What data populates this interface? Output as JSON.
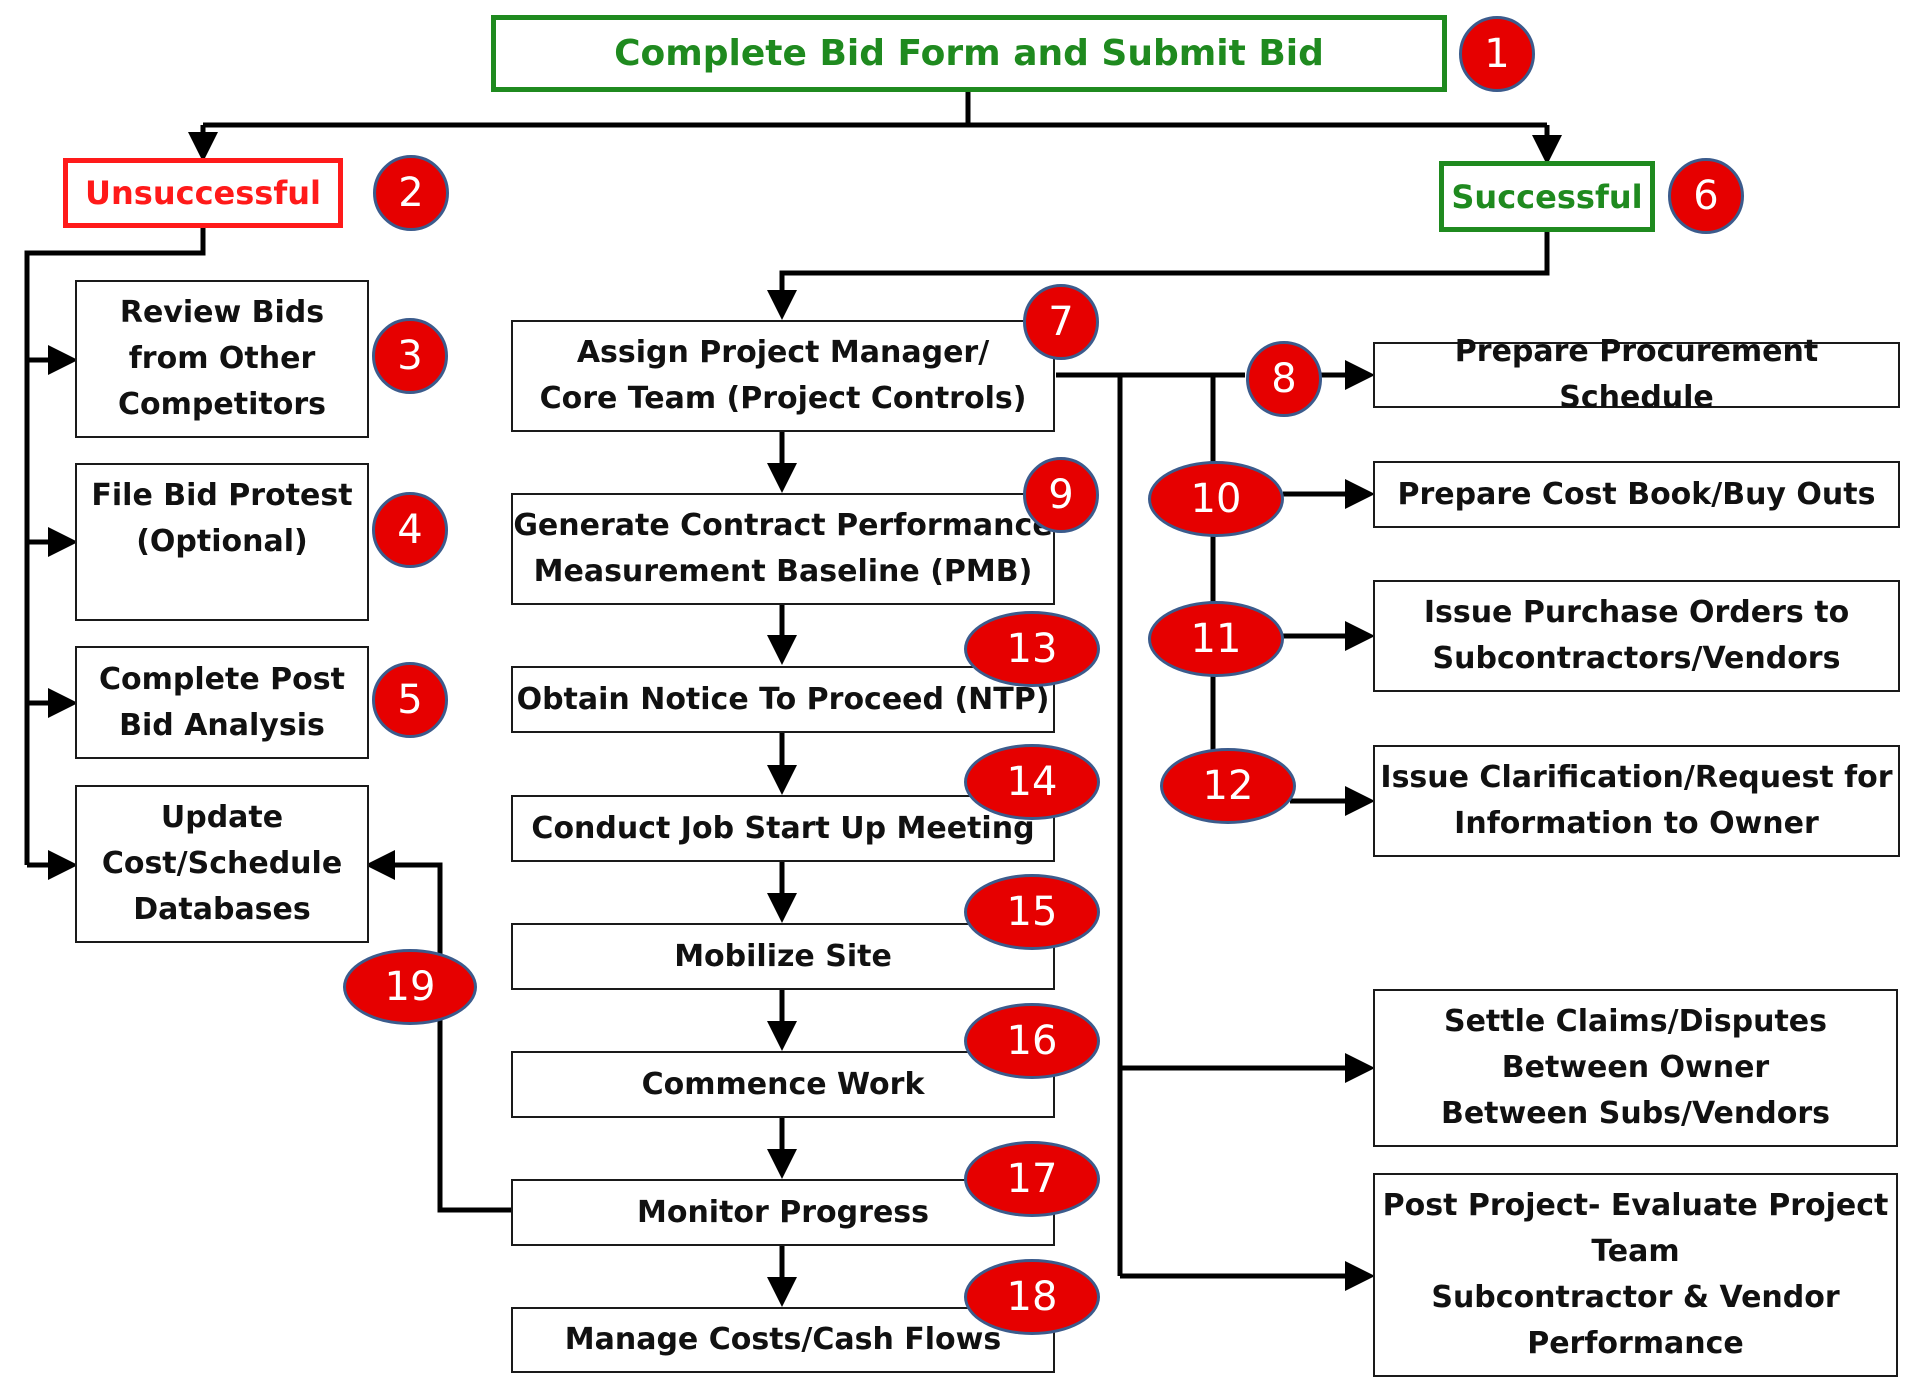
{
  "title": "Complete Bid Form and Submit Bid",
  "outcomes": {
    "unsuccessful": "Unsuccessful",
    "successful": "Successful"
  },
  "left_steps": {
    "review_bids": "Review Bids\nfrom Other\nCompetitors",
    "file_protest": "File Bid Protest\n(Optional)",
    "post_bid_analysis": "Complete Post\nBid Analysis",
    "update_databases": "Update\nCost/Schedule\nDatabases"
  },
  "center_steps": {
    "assign_pm": "Assign Project Manager/\nCore Team (Project Controls)",
    "generate_pmb": "Generate Contract Performance\nMeasurement Baseline (PMB)",
    "obtain_ntp": "Obtain Notice To Proceed (NTP)",
    "job_startup": "Conduct Job Start Up Meeting",
    "mobilize": "Mobilize Site",
    "commence": "Commence Work",
    "monitor": "Monitor Progress",
    "manage_costs": "Manage Costs/Cash Flows"
  },
  "right_steps": {
    "procurement": "Prepare Procurement Schedule",
    "cost_book": "Prepare Cost Book/Buy Outs",
    "purchase_orders": "Issue Purchase Orders to\nSubcontractors/Vendors",
    "clarification": "Issue Clarification/Request for\nInformation to Owner",
    "settle_claims": "Settle Claims/Disputes\nBetween Owner\nBetween Subs/Vendors",
    "post_project": "Post Project- Evaluate Project\nTeam\nSubcontractor & Vendor\nPerformance"
  },
  "badges": {
    "b1": "1",
    "b2": "2",
    "b3": "3",
    "b4": "4",
    "b5": "5",
    "b6": "6",
    "b7": "7",
    "b8": "8",
    "b9": "9",
    "b10": "10",
    "b11": "11",
    "b12": "12",
    "b13": "13",
    "b14": "14",
    "b15": "15",
    "b16": "16",
    "b17": "17",
    "b18": "18",
    "b19": "19"
  },
  "colors": {
    "title_border": "#1f8a1f",
    "unsuccessful": "#ff1a1a",
    "successful": "#1f8a1f",
    "badge_fill": "#e60000",
    "badge_outline": "#3b5b8c"
  }
}
